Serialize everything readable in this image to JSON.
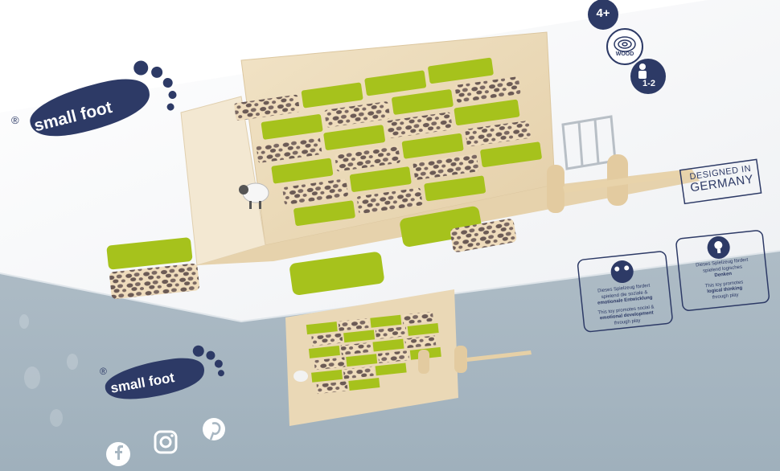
{
  "brand": {
    "name": "small foot",
    "registered_mark": "®"
  },
  "badges": {
    "age": "4+",
    "material": "WOOD",
    "players": "1-2"
  },
  "designed_in": {
    "line1": "DESIGNED IN",
    "line2": "GERMANY"
  },
  "info_boxes": [
    {
      "icon": "people-icon",
      "de_line1": "Dieses Spielzeug fördert",
      "de_line2": "spielend die soziale &",
      "de_line3": "emotionale Entwicklung",
      "en_line1": "This toy promotes social &",
      "en_line2": "emotional development",
      "en_line3": "through play"
    },
    {
      "icon": "lightbulb-icon",
      "de_line1": "Dieses Spielzeug fördert",
      "de_line2": "spielend logisches",
      "de_line3": "Denken",
      "en_line1": "This toy promotes",
      "en_line2": "logical thinking",
      "en_line3": "through play"
    }
  ],
  "social": [
    "facebook-icon",
    "instagram-icon",
    "pinterest-icon"
  ],
  "colors": {
    "box_top": "#f4f5f7",
    "box_side": "#a8b7c2",
    "brand_navy": "#2d3a66",
    "block_green": "#a6c21c",
    "wood": "#e9d7b5"
  }
}
